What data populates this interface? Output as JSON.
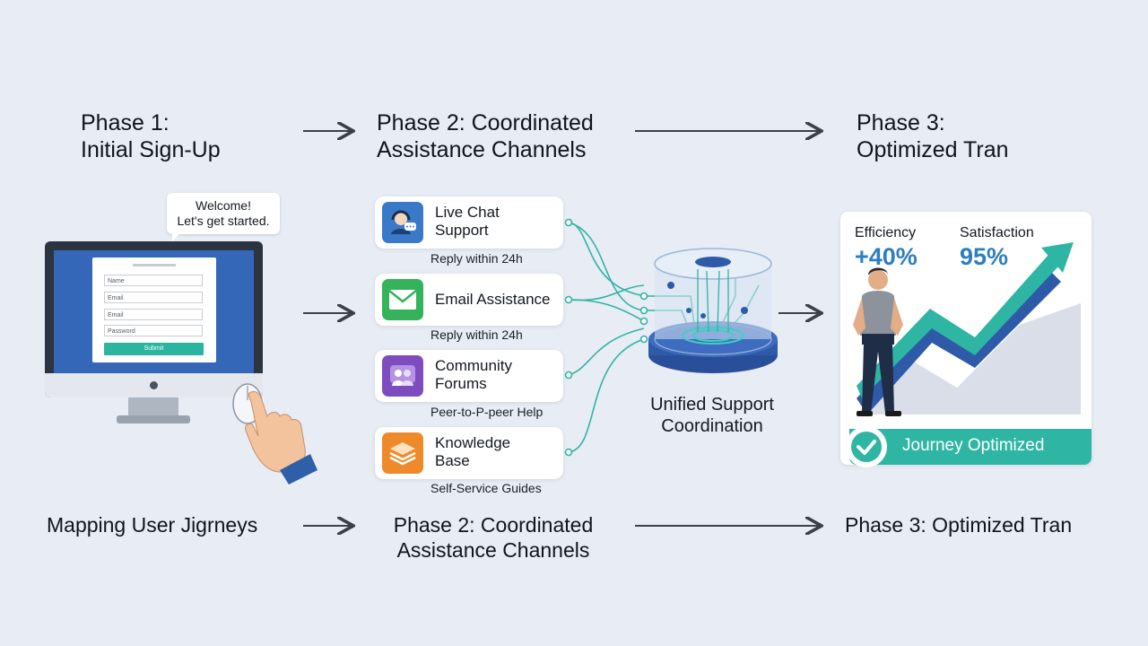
{
  "phases": {
    "phase1": "Phase 1:\nInitial Sign-Up",
    "phase2": "Phase 2: Coordinated\nAssistance Channels",
    "phase3": "Phase 3:\nOptimized Tran"
  },
  "signup": {
    "bubble": "Welcome!\nLet's get started.",
    "fields": [
      "Name",
      "Email",
      "Email",
      "Password"
    ],
    "submit": "Submit"
  },
  "channels": [
    {
      "label": "Live Chat\nSupport",
      "sub": "Reply within 24h",
      "icon": "headset-chat-icon",
      "color": "#3a78c8"
    },
    {
      "label": "Email Assistance",
      "sub": "Reply within 24h",
      "icon": "envelope-icon",
      "color": "#34b35a"
    },
    {
      "label": "Community\nForums",
      "sub": "Peer-to-P-peer Help",
      "icon": "people-icon",
      "color": "#7f4cc0"
    },
    {
      "label": "Knowledge\nBase",
      "sub": "Self-Service Guides",
      "icon": "stack-icon",
      "color": "#ee8a2a"
    }
  ],
  "hub": {
    "label": "Unified Support\nCoordination"
  },
  "result": {
    "efficiency_label": "Efficiency",
    "efficiency_value": "+40%",
    "satisfaction_label": "Satisfaction",
    "satisfaction_value": "95%",
    "banner": "Journey Optimized"
  },
  "bottom": {
    "left": "Mapping User Jigrneys",
    "middle": "Phase 2: Coordinated\nAssistance Channels",
    "right": "Phase 3: Optimized Tran"
  },
  "colors": {
    "accent": "#2fb5a4",
    "blue": "#2d7ec0",
    "background": "#e8ecf4"
  }
}
